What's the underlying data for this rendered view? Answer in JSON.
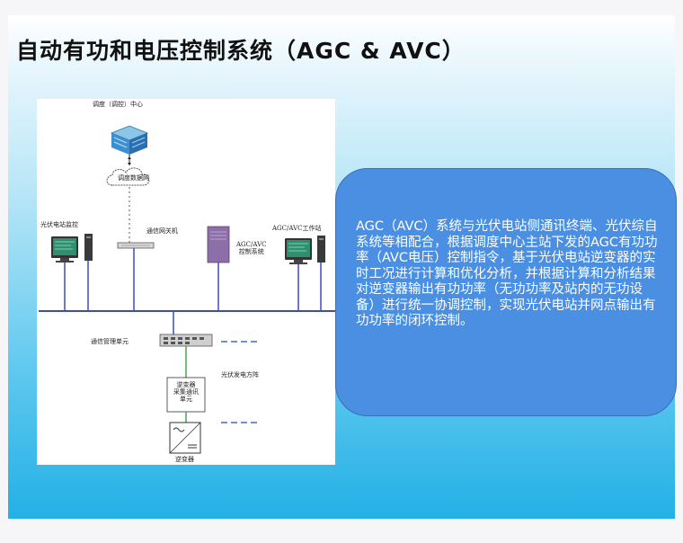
{
  "slide": {
    "title": "自动有功和电压控制系统（AGC & AVC）",
    "description": "AGC（AVC）系统与光伏电站侧通讯终端、光伏综自系统等相配合，根据调度中心主站下发的AGC有功功率（AVC电压）控制指令，基于光伏电站逆变器的实时工况进行计算和优化分析，并根据计算和分析结果对逆变器输出有功功率（无功功率及站内的无功设备）进行统一协调控制，实现光伏电站并网点输出有功功率的闭环控制。"
  },
  "diagram": {
    "dispatch_center": "调度（调控）中心",
    "dispatch_network": "调度数据网",
    "pv_monitor": "光伏电站监控",
    "gateway": "通信网关机",
    "agc_avc_system": "AGC/AVC\n控制系统",
    "agc_avc_workstation": "AGC/AVC工作站",
    "comm_manager": "通信管理单元",
    "pv_array": "光伏发电方阵",
    "inverter_comm_unit": "逆变器\n采集通讯\n单元",
    "inverter": "逆变器",
    "colors": {
      "bus_line": "#3c4cb8",
      "green_link": "#4ca64c",
      "dashed": "#3c6fc8"
    },
    "icons": [
      "server-cluster-icon",
      "cloud-icon",
      "monitor-icon",
      "tower-pc-icon",
      "switch-icon",
      "inverter-icon"
    ]
  }
}
